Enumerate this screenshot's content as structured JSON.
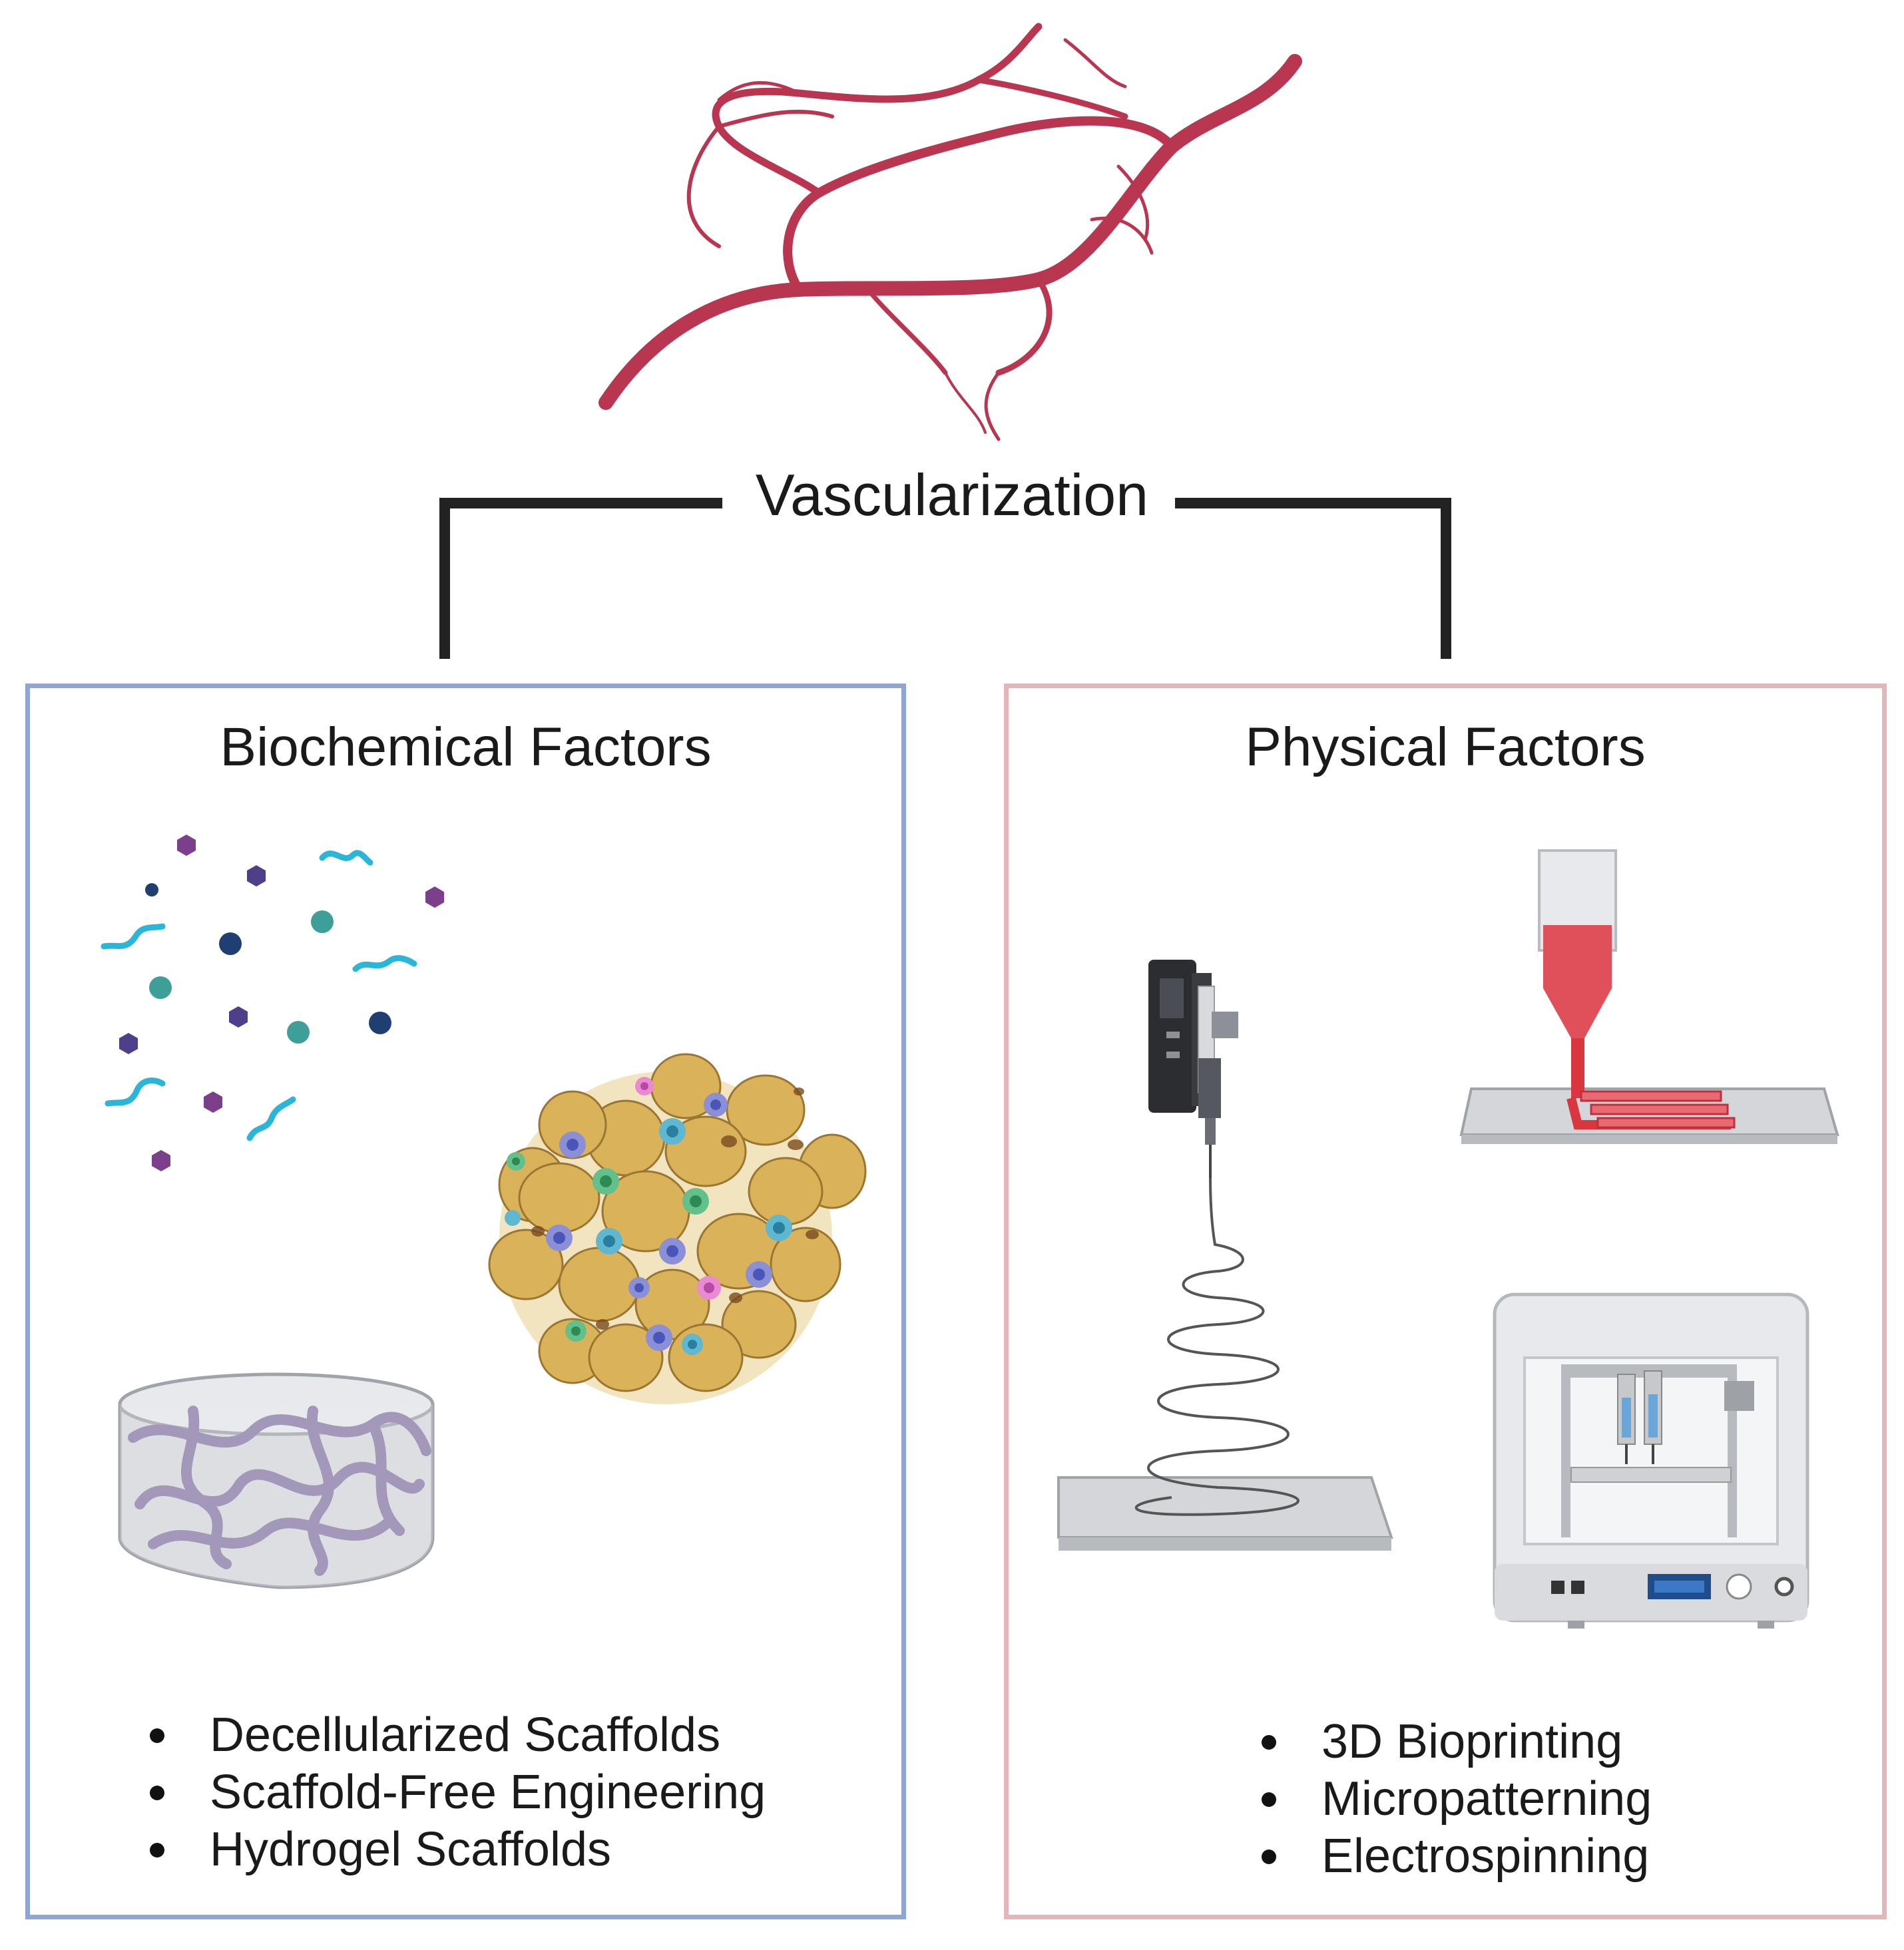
{
  "root": {
    "label": "Vascularization"
  },
  "panels": [
    {
      "title": "Biochemical Factors",
      "border_color": "#8ea6d3",
      "items": [
        "Decellularized Scaffolds",
        "Scaffold-Free Engineering",
        "Hydrogel Scaffolds"
      ]
    },
    {
      "title": "Physical Factors",
      "border_color": "#e5b5b8",
      "items": [
        "3D Bioprinting",
        "Micropatterning",
        "Electrospinning"
      ]
    }
  ],
  "colors": {
    "vessel": "#b8364f",
    "connector": "#222222",
    "spheroid": "#d9b25a",
    "hydrogel_fiber": "#8a7ba6",
    "bioink": "#e0505a",
    "molecule_purple": "#7b3f8c",
    "molecule_navy": "#1f3f72",
    "molecule_teal": "#3e9e98",
    "molecule_cyan": "#2bb5d8"
  },
  "icons": {
    "vessel": "blood-vessel-icon",
    "molecules": "growth-factor-molecules-icon",
    "spheroid": "cell-spheroid-icon",
    "hydrogel": "hydrogel-scaffold-icon",
    "electrospinning": "electrospinning-syringe-icon",
    "bioprinting_nozzle": "bioprinting-nozzle-icon",
    "bioprinter": "3d-bioprinter-icon"
  }
}
